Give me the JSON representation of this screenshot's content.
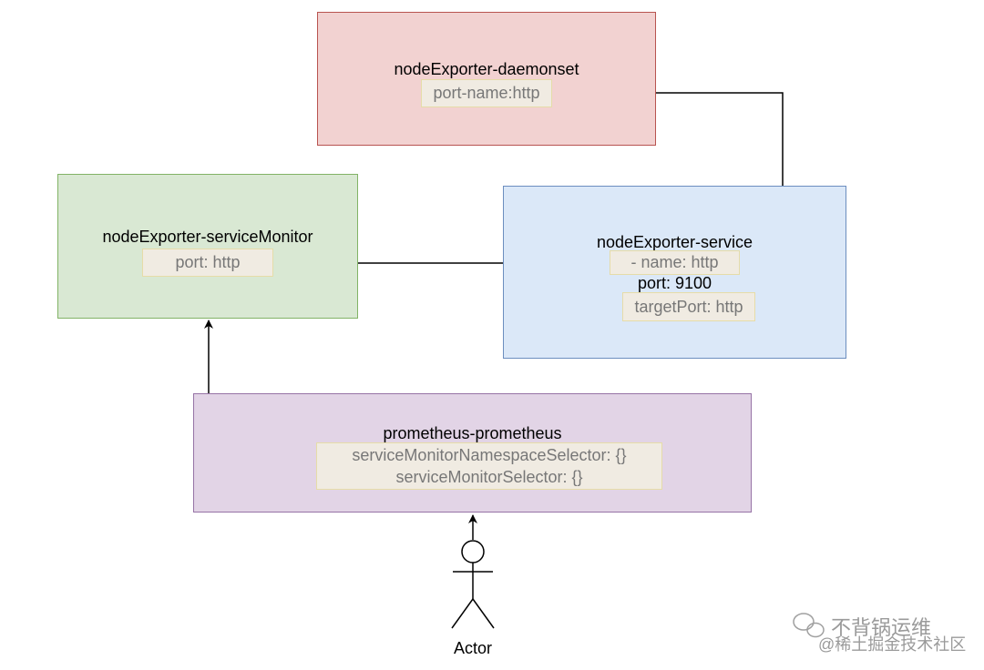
{
  "daemonset": {
    "title": "nodeExporter-daemonset",
    "field": "port-name:http",
    "fill": "#f2d2d1",
    "stroke": "#b85450"
  },
  "service_monitor": {
    "title": "nodeExporter-serviceMonitor",
    "field": "port: http",
    "fill": "#d9e8d3",
    "stroke": "#82b366"
  },
  "service": {
    "title": "nodeExporter-service",
    "name_field": "- name: http",
    "port_text": "port: 9100",
    "target_field": "targetPort: http",
    "fill": "#dbe8f8",
    "stroke": "#6c8ebf"
  },
  "prometheus": {
    "title": "prometheus-prometheus",
    "selector_lines": [
      "serviceMonitorNamespaceSelector: {}",
      "serviceMonitorSelector: {}"
    ],
    "fill": "#e2d4e6",
    "stroke": "#9673a6"
  },
  "actor": {
    "label": "Actor"
  },
  "watermark": {
    "wechat": "不背锅运维",
    "juejin": "@稀土掘金技术社区"
  }
}
